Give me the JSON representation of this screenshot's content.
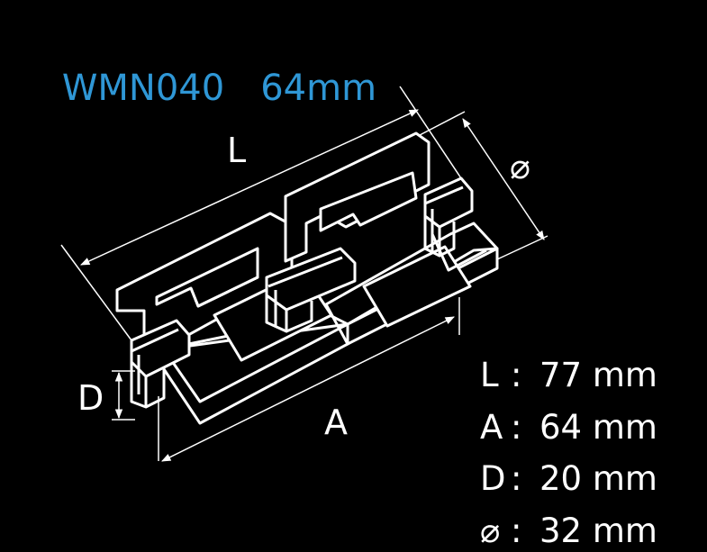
{
  "title": {
    "model": "WMN040",
    "size": "64mm"
  },
  "drawing_labels": {
    "length": "L",
    "diameter": "⌀",
    "depth": "D",
    "center": "A"
  },
  "specs": [
    {
      "key": "L",
      "sep": ":",
      "value": "77 mm"
    },
    {
      "key": "A",
      "sep": ":",
      "value": "64 mm"
    },
    {
      "key": "D",
      "sep": ":",
      "value": "20 mm"
    },
    {
      "key": "⌀",
      "sep": ":",
      "value": "32 mm"
    }
  ],
  "colors": {
    "background": "#000000",
    "title": "#2f97d6",
    "line": "#ffffff"
  }
}
